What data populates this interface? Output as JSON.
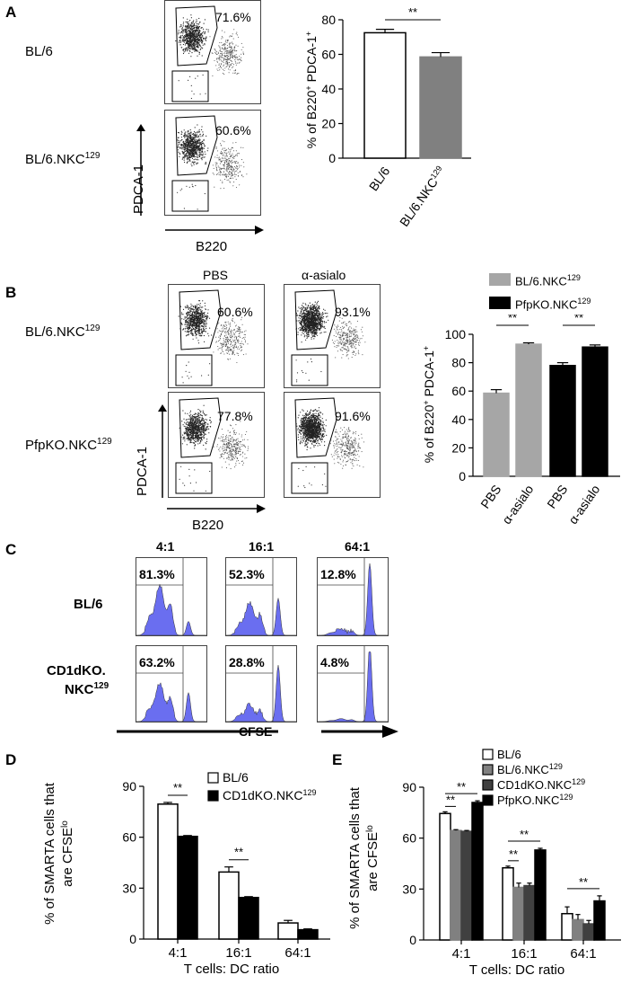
{
  "panelA": {
    "letter": "A",
    "rows": [
      {
        "label": "BL/6",
        "sup": "",
        "pct": "71.6%"
      },
      {
        "label": "BL/6.NKC",
        "sup": "129",
        "pct": "60.6%"
      }
    ],
    "xaxis": "B220",
    "yaxis": "PDCA-1"
  },
  "panelB": {
    "letter": "B",
    "columns": [
      "PBS",
      "α-asialo"
    ],
    "rows": [
      {
        "label": "BL/6.NKC",
        "sup": "129",
        "pcts": [
          "60.6%",
          "93.1%"
        ]
      },
      {
        "label": "PfpKO.NKC",
        "sup": "129",
        "pcts": [
          "77.8%",
          "91.6%"
        ]
      }
    ],
    "xaxis": "B220",
    "yaxis": "PDCA-1",
    "legend": [
      {
        "label": "BL/6.NKC",
        "sup": "129",
        "color": "#a6a6a6"
      },
      {
        "label": "PfpKO.NKC",
        "sup": "129",
        "color": "#000000"
      }
    ]
  },
  "panelC": {
    "letter": "C",
    "columns": [
      "4:1",
      "16:1",
      "64:1"
    ],
    "rows": [
      {
        "label1": "BL/6",
        "label2": "",
        "sup": "",
        "pcts": [
          "81.3%",
          "52.3%",
          "12.8%"
        ]
      },
      {
        "label1": "CD1dKO.",
        "label2": "NKC",
        "sup": "129",
        "pcts": [
          "63.2%",
          "28.8%",
          "4.8%"
        ]
      }
    ],
    "xaxis": "CFSE",
    "fill": "#6a6ef0"
  },
  "panelD": {
    "letter": "D"
  },
  "panelE": {
    "letter": "E"
  },
  "chart_data": [
    {
      "id": "A",
      "type": "bar",
      "categories": [
        "BL/6",
        "BL/6.NKC129"
      ],
      "values": [
        72.5,
        58.5
      ],
      "errors": [
        2.0,
        2.5
      ],
      "colors": [
        "#ffffff",
        "#808080"
      ],
      "ylabel": "% of B220+ PDCA-1+",
      "ylim": [
        0,
        80
      ],
      "yticks": [
        0,
        20,
        40,
        60,
        80
      ],
      "significance": [
        {
          "from": 0,
          "to": 1,
          "label": "**"
        }
      ]
    },
    {
      "id": "B",
      "type": "bar",
      "categories": [
        "PBS",
        "α-asialo",
        "PBS",
        "α-asialo"
      ],
      "values": [
        58.5,
        93,
        78,
        91
      ],
      "errors": [
        2.5,
        1.0,
        2.0,
        1.5
      ],
      "colors": [
        "#a6a6a6",
        "#a6a6a6",
        "#000000",
        "#000000"
      ],
      "ylabel": "% of B220+ PDCA-1+",
      "ylim": [
        0,
        100
      ],
      "yticks": [
        0,
        20,
        40,
        60,
        80,
        100
      ],
      "significance": [
        {
          "from": 0,
          "to": 1,
          "label": "**"
        },
        {
          "from": 2,
          "to": 3,
          "label": "**"
        }
      ]
    },
    {
      "id": "D",
      "type": "bar",
      "categories": [
        "4:1",
        "16:1",
        "64:1"
      ],
      "series": [
        {
          "name": "BL/6",
          "values": [
            79.5,
            39.5,
            9.5
          ],
          "errors": [
            1.0,
            3.0,
            1.5
          ],
          "color": "#ffffff"
        },
        {
          "name": "CD1dKO.NKC129",
          "values": [
            60.5,
            24.5,
            5.5
          ],
          "errors": [
            0.5,
            0.5,
            0.5
          ],
          "color": "#000000"
        }
      ],
      "ylabel": "% of SMARTA cells that are CFSElo",
      "xlabel": "T cells: DC ratio",
      "ylim": [
        0,
        90
      ],
      "yticks": [
        0,
        30,
        60,
        90
      ],
      "significance": [
        {
          "group": 0,
          "label": "**"
        },
        {
          "group": 1,
          "label": "**"
        }
      ]
    },
    {
      "id": "E",
      "type": "bar",
      "categories": [
        "4:1",
        "16:1",
        "64:1"
      ],
      "series": [
        {
          "name": "BL/6",
          "values": [
            74.5,
            42.5,
            15.5
          ],
          "errors": [
            1.0,
            1.0,
            4.0
          ],
          "color": "#ffffff"
        },
        {
          "name": "BL/6.NKC129",
          "values": [
            64.5,
            31.0,
            12.0
          ],
          "errors": [
            0.5,
            2.5,
            3.0
          ],
          "color": "#808080"
        },
        {
          "name": "CD1dKO.NKC129",
          "values": [
            64.0,
            32.0,
            9.5
          ],
          "errors": [
            0.5,
            1.5,
            2.0
          ],
          "color": "#404040"
        },
        {
          "name": "PfpKO.NKC129",
          "values": [
            81.0,
            53.0,
            23.0
          ],
          "errors": [
            1.0,
            1.0,
            3.0
          ],
          "color": "#000000"
        }
      ],
      "ylabel": "% of SMARTA cells that are CFSElo",
      "xlabel": "T cells: DC ratio",
      "ylim": [
        0,
        90
      ],
      "yticks": [
        0,
        30,
        60,
        90
      ],
      "significance": [
        {
          "group": 0,
          "from": 0,
          "to": 1,
          "label": "**"
        },
        {
          "group": 0,
          "from": 0,
          "to": 3,
          "label": "**"
        },
        {
          "group": 1,
          "from": 0,
          "to": 1,
          "label": "**"
        },
        {
          "group": 1,
          "from": 0,
          "to": 3,
          "label": "**"
        },
        {
          "group": 2,
          "from": 0,
          "to": 3,
          "label": "**"
        }
      ]
    }
  ]
}
